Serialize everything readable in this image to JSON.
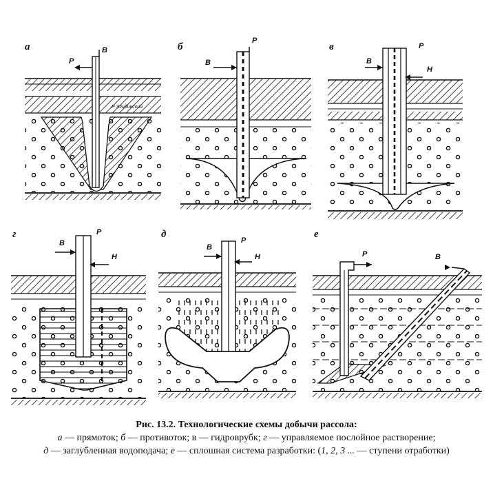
{
  "figure": {
    "panels": [
      {
        "letter": "а",
        "labels": [
          "Р",
          "В"
        ],
        "annotation": "Р Эгидинский"
      },
      {
        "letter": "б",
        "labels": [
          "В",
          "Р"
        ]
      },
      {
        "letter": "в",
        "labels": [
          "В",
          "Р",
          "Н"
        ]
      },
      {
        "letter": "г",
        "labels": [
          "В",
          "Р",
          "Н"
        ]
      },
      {
        "letter": "д",
        "labels": [
          "В",
          "Р",
          "Н"
        ]
      },
      {
        "letter": "е",
        "labels": [
          "Р",
          "В"
        ]
      }
    ]
  },
  "caption": {
    "title": "Рис. 13.2. Технологические схемы добычи рассола:",
    "lines": [
      {
        "k": "а",
        "t": " — прямоток; "
      },
      {
        "k": "б",
        "t": " — противоток; в — гидроврубк; "
      },
      {
        "k": "г",
        "t": " — управляемое послойное растворение;"
      },
      {
        "k": "д",
        "t": " — заглубленная водоподача; "
      },
      {
        "k": "е",
        "t": " — сплошная система разработки: ("
      },
      {
        "k": "1, 2, 3 ...",
        "t": " — ступени отработки)"
      }
    ]
  },
  "colors": {
    "ink": "#111111",
    "paper": "#ffffff"
  }
}
